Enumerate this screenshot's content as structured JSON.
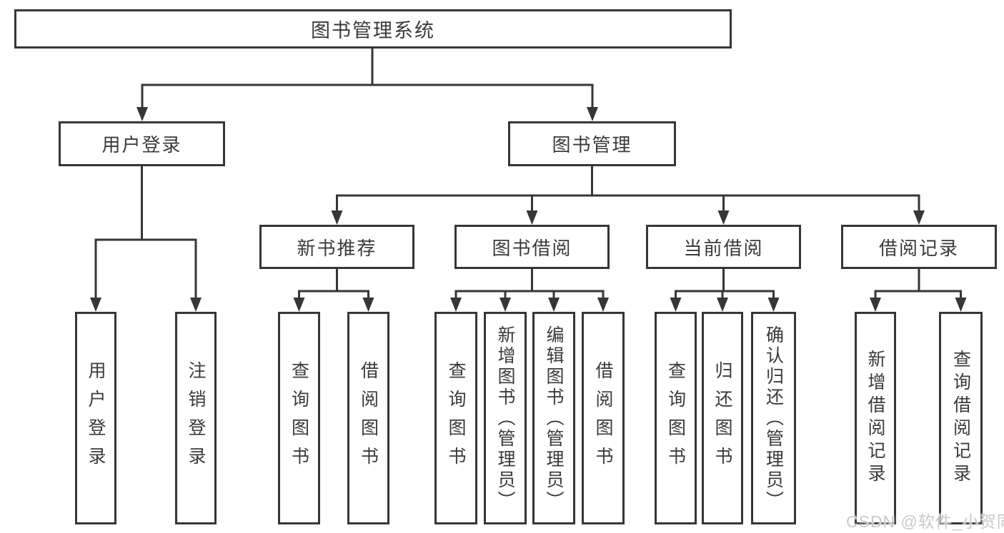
{
  "tree": {
    "root": "图书管理系统",
    "branches": [
      {
        "label": "用户登录",
        "children": [
          "用户登录",
          "注销登录"
        ]
      },
      {
        "label": "图书管理",
        "groups": [
          {
            "label": "新书推荐",
            "children": [
              "查询图书",
              "借阅图书"
            ]
          },
          {
            "label": "图书借阅",
            "children": [
              "查询图书",
              "新增图书（管理员）",
              "编辑图书（管理员）",
              "借阅图书"
            ]
          },
          {
            "label": "当前借阅",
            "children": [
              "查询图书",
              "归还图书",
              "确认归还（管理员）"
            ]
          },
          {
            "label": "借阅记录",
            "children": [
              "新增借阅记录",
              "查询借阅记录"
            ]
          }
        ]
      }
    ]
  },
  "watermark": {
    "text": "CSDN @软件_小贺同学"
  },
  "colors": {
    "line": "#363636",
    "text": "#3a3a3a",
    "watermark": "#c9c9c9",
    "background": "#ffffff"
  }
}
